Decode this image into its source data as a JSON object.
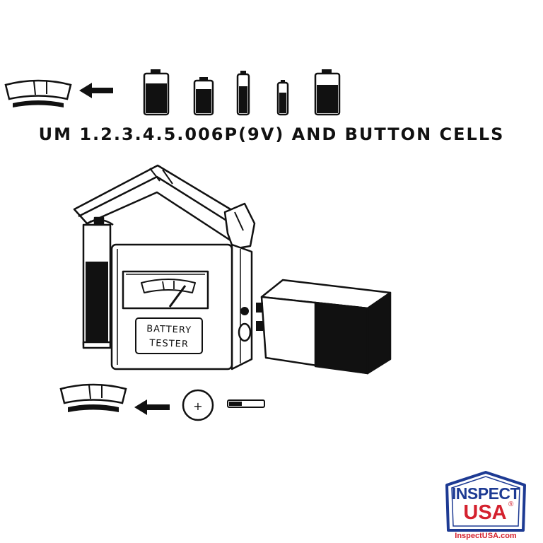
{
  "caption": "UM 1.2.3.4.5.006P(9V) AND BUTTON CELLS",
  "tester": {
    "label_line1": "BATTERY",
    "label_line2": "TESTER"
  },
  "button_cell": {
    "symbol": "+"
  },
  "logo": {
    "line1": "INSPECT",
    "line2": "USA",
    "registered": "®",
    "url": "InspectUSA.com"
  },
  "colors": {
    "ink": "#111111",
    "logo_blue": "#1d3a93",
    "logo_red": "#d4212e"
  }
}
